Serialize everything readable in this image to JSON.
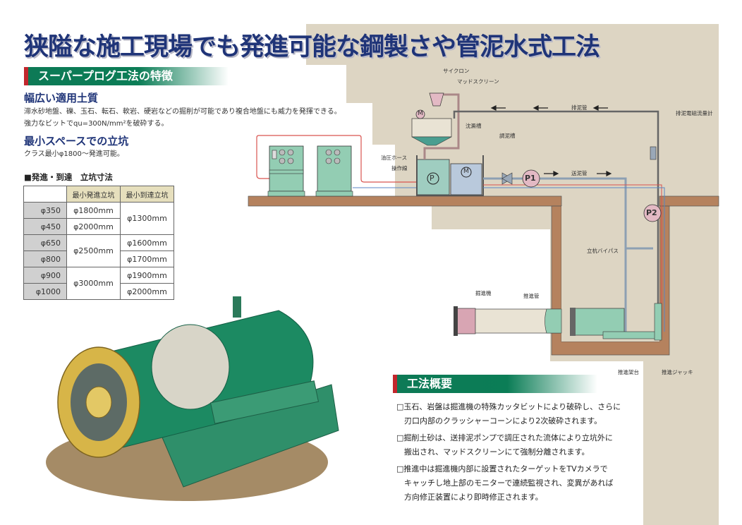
{
  "title": "狭隘な施工現場でも発進可能な鋼製さや管泥水式工法",
  "features": {
    "header": "スーパープログ工法の特徴",
    "items": [
      {
        "heading": "幅広い適用土質",
        "lines": [
          "滞水砂地盤、礫、玉石、転石、軟岩、硬岩などの掘削が可能であり複合地盤にも威力を発揮できる。",
          "強力なビットでqu=300N/mm²を破砕する。"
        ]
      },
      {
        "heading": "最小スペースでの立坑",
        "lines": [
          "クラス最小φ1800～発進可能。"
        ]
      }
    ]
  },
  "table": {
    "title": "■発進・到達　立坑寸法",
    "headers": [
      "",
      "最小発進立坑",
      "最小到達立坑"
    ],
    "rows": [
      "φ350",
      "φ450",
      "φ650",
      "φ800",
      "φ900",
      "φ1000"
    ],
    "launch": [
      "φ1800mm",
      "φ2000mm",
      "φ2500mm",
      "φ3000mm"
    ],
    "arrival": [
      "φ1300mm",
      "φ1600mm",
      "φ1700mm",
      "φ1900mm",
      "φ2000mm"
    ]
  },
  "diagram": {
    "labels": {
      "cyclone": "サイクロン",
      "mud_screen": "マッドスクリーン",
      "settling_tank": "沈澱槽",
      "mud_tank": "調泥槽",
      "discharge_pipe": "排泥管",
      "flowmeter": "排泥電磁流量計",
      "hydraulic_hose": "油圧ホース",
      "control_cable": "操作線",
      "feed_pipe": "送泥管",
      "bypass": "立杭バイパス",
      "machine": "掘進機",
      "jacking_pipe": "推進管",
      "jack_stand": "推進架台",
      "jack": "推進ジャッキ"
    },
    "pumps": {
      "p": "P",
      "p1": "P1",
      "p2": "P2",
      "motor": "M"
    }
  },
  "overview": {
    "header": "工法概要",
    "bullets": [
      [
        "□玉石、岩盤は掘進機の特殊カッタビットにより破砕し、さらに",
        "刃口内部のクラッシャーコーンにより2次破砕されます。"
      ],
      [
        "□掘削土砂は、送排泥ポンプで調圧された流体により立坑外に",
        "搬出され、マッドスクリーンにて強制分離されます。"
      ],
      [
        "□推進中は掘進機内部に設置されたターゲットをTVカメラで",
        "キャッチし地上部のモニターで連続監視され、変異があれば",
        "方向修正装置により即時修正されます。"
      ]
    ]
  },
  "colors": {
    "title": "#1f3478",
    "section_green": "#0b7d56",
    "accent_red": "#c2272d",
    "background_tan": "#ddd5c3",
    "ground_brown": "#b5825e",
    "equipment_green": "#93cdb3"
  }
}
